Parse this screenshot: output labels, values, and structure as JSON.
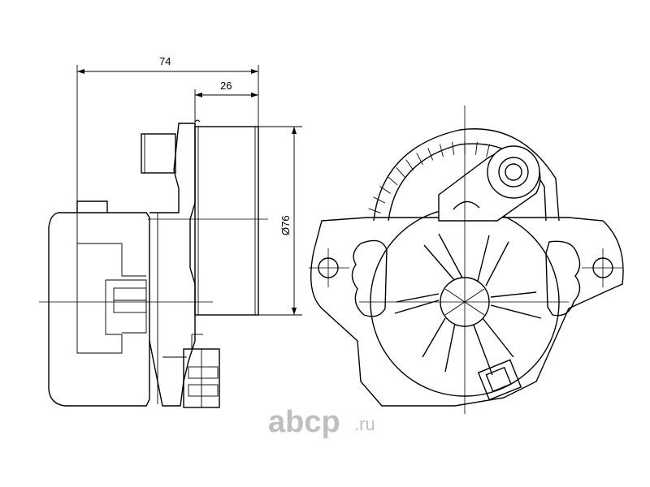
{
  "dimensions": {
    "overall_width": "74",
    "pulley_width": "26",
    "pulley_diameter": "Ø76"
  },
  "watermark": {
    "brand": "abcp",
    "domain_suffix": ".ru"
  }
}
